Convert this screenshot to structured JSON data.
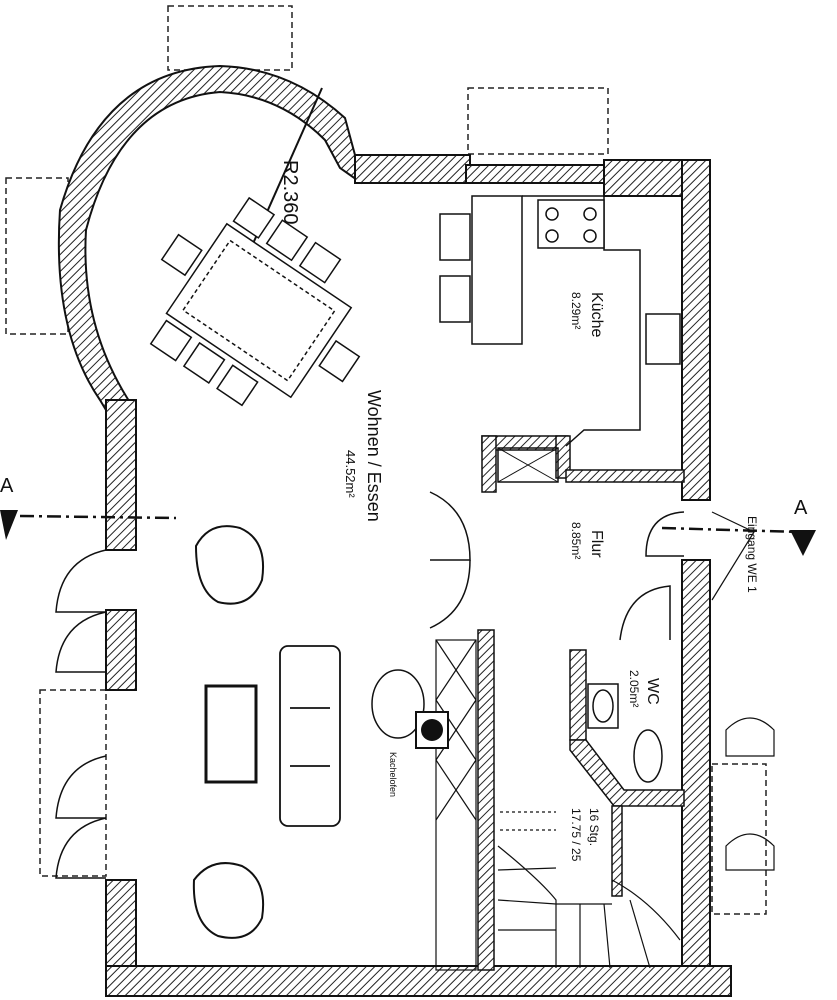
{
  "rooms": {
    "living": {
      "name": "Wohnen / Essen",
      "area": "44.52m²"
    },
    "kitchen": {
      "name": "Küche",
      "area": "8.29m²"
    },
    "hall": {
      "name": "Flur",
      "area": "8.85m²"
    },
    "wc": {
      "name": "WC",
      "area": "2.05m²"
    },
    "stairs": {
      "steps": "16 Stg.",
      "rise": "17.75 / 25"
    }
  },
  "labels": {
    "radius": "R2.360",
    "stove": "Kachelofen",
    "entrance": "Eingang WE 1",
    "section_left": "A",
    "section_right": "A"
  },
  "colors": {
    "ink": "#111111",
    "hatch": "#333333",
    "paper": "#ffffff"
  }
}
